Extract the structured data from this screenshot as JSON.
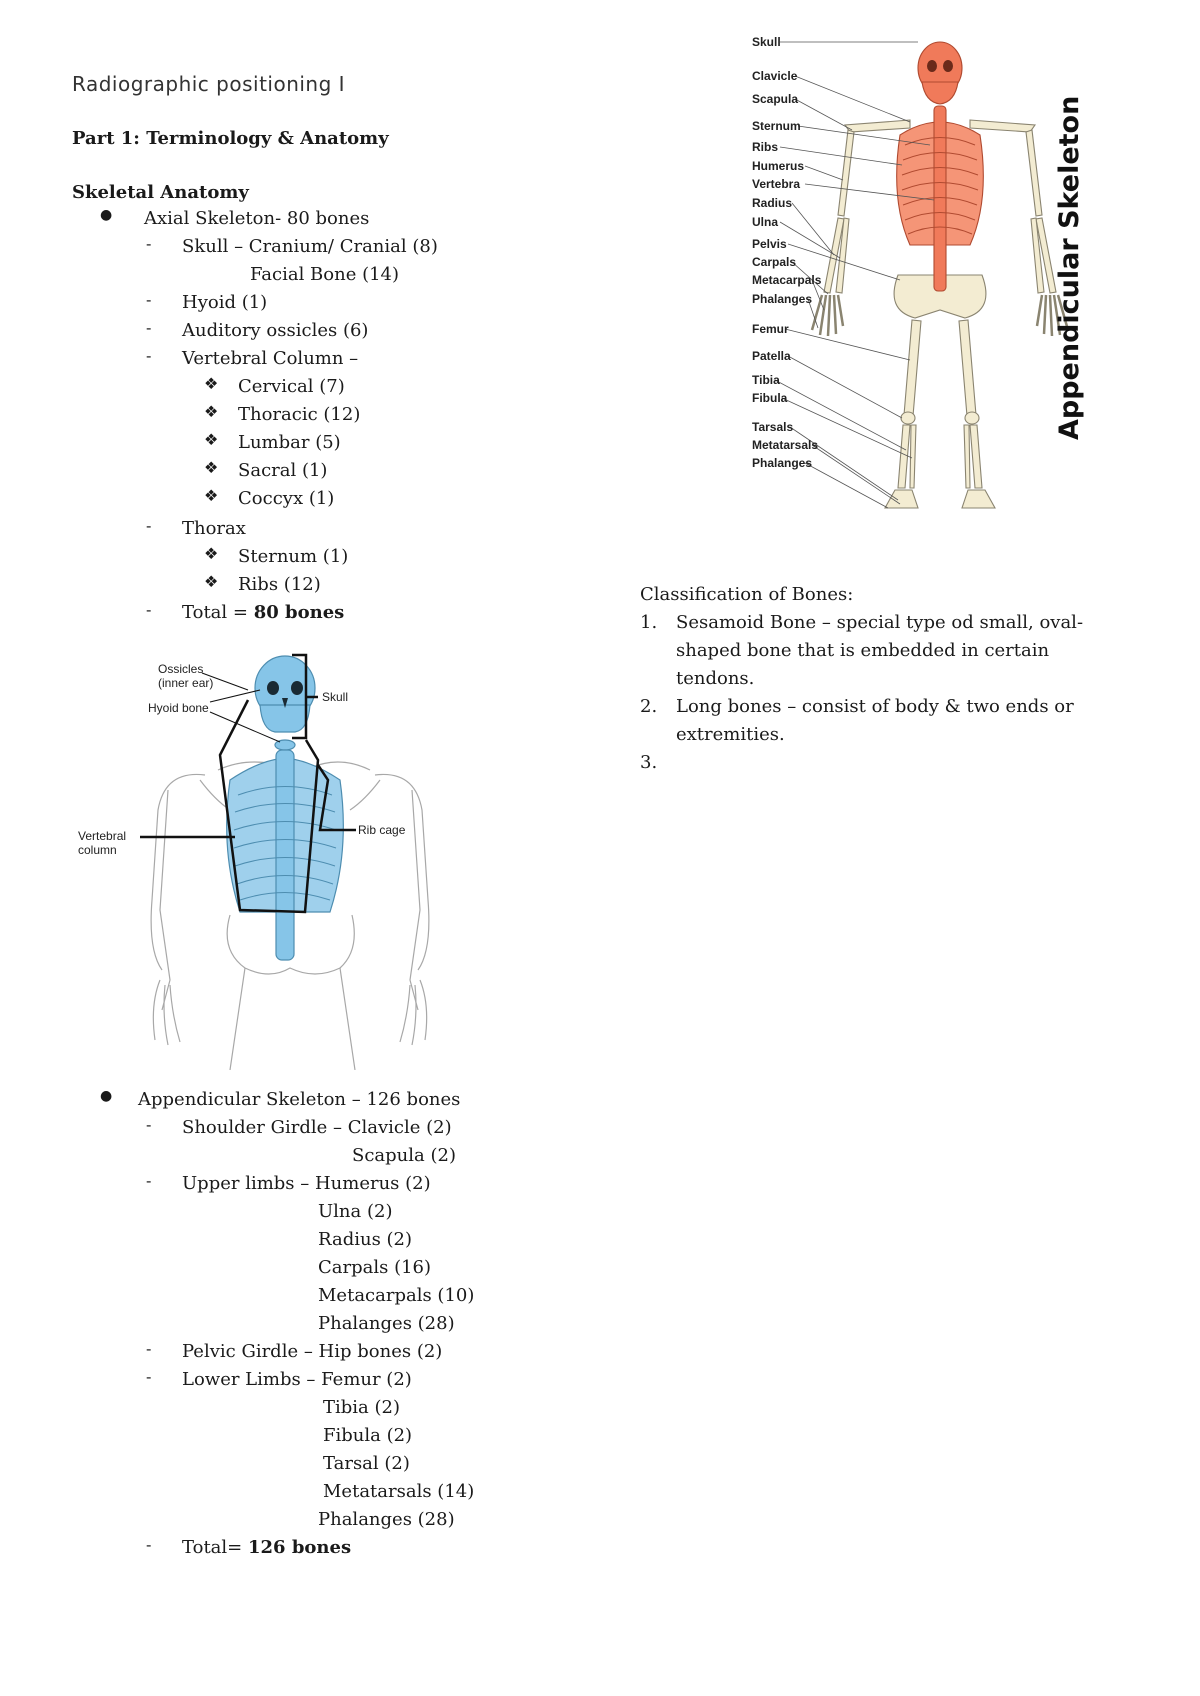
{
  "doc": {
    "title": "Radiographic positioning I",
    "part": "Part 1: Terminology & Anatomy",
    "section": "Skeletal Anatomy"
  },
  "axial": {
    "heading": "Axial Skeleton- 80 bones",
    "skull": "Skull – Cranium/ Cranial (8)",
    "facial": "Facial Bone (14)",
    "hyoid": "Hyoid (1)",
    "ossicles": "Auditory ossicles (6)",
    "vertebral": "Vertebral Column –",
    "cervical": "Cervical (7)",
    "thoracic": "Thoracic (12)",
    "lumbar": "Lumbar (5)",
    "sacral": "Sacral (1)",
    "coccyx": "Coccyx (1)",
    "thorax": "Thorax",
    "sternum": "Sternum (1)",
    "ribs": "Ribs (12)",
    "total_prefix": "Total = ",
    "total_value": "80 bones"
  },
  "axial_figure": {
    "labels": {
      "ossicles": "Ossicles",
      "inner_ear": "(inner ear)",
      "hyoid": "Hyoid bone",
      "skull": "Skull",
      "rib_cage": "Rib cage",
      "vertebral": "Vertebral",
      "column": "column"
    },
    "colors": {
      "axial": "#86c5e8",
      "outline": "#9a9a9a"
    }
  },
  "appendicular": {
    "heading": "Appendicular Skeleton – 126 bones",
    "shoulder": "Shoulder Girdle – Clavicle (2)",
    "scapula": "Scapula (2)",
    "upper": "Upper limbs – Humerus (2)",
    "ulna": "Ulna (2)",
    "radius": "Radius (2)",
    "carpals": "Carpals (16)",
    "metacarpals": "Metacarpals (10)",
    "phalanges_upper": "Phalanges (28)",
    "pelvic": "Pelvic Girdle – Hip bones (2)",
    "lower": "Lower Limbs – Femur (2)",
    "tibia": "Tibia (2)",
    "fibula": "Fibula (2)",
    "tarsal": "Tarsal (2)",
    "metatarsals": "Metatarsals (14)",
    "phalanges_lower": "Phalanges (28)",
    "total_prefix": "Total= ",
    "total_value": "126 bones"
  },
  "appendicular_figure": {
    "vertical_title": "Appendicular Skeleton",
    "labels": [
      "Skull",
      "Clavicle",
      "Scapula",
      "Sternum",
      "Ribs",
      "Humerus",
      "Vertebra",
      "Radius",
      "Ulna",
      "Pelvis",
      "Carpals",
      "Metacarpals",
      "Phalanges",
      "Femur",
      "Patella",
      "Tibia",
      "Fibula",
      "Tarsals",
      "Metatarsals",
      "Phalanges"
    ],
    "colors": {
      "axial": "#f07a5a",
      "appendicular": "#f3ecd2"
    }
  },
  "classification": {
    "heading": "Classification of Bones:",
    "items": [
      {
        "num": "1.",
        "line1": "Sesamoid Bone – special type od small, oval-",
        "line2": "shaped bone that is embedded in certain",
        "line3": "tendons."
      },
      {
        "num": "2.",
        "line1": "Long bones – consist of body & two ends or",
        "line2": "extremities."
      },
      {
        "num": "3."
      }
    ]
  }
}
